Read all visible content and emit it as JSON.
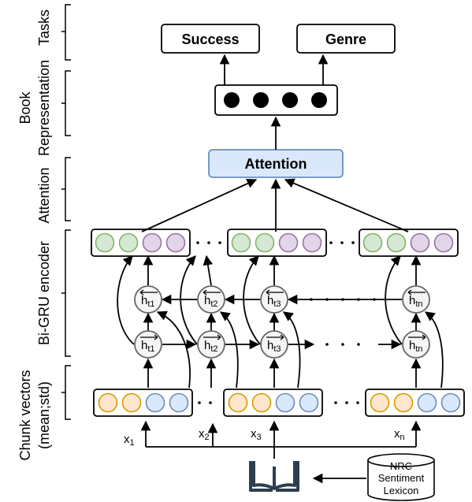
{
  "side_labels": {
    "tasks": "Tasks",
    "book_representation_1": "Book",
    "book_representation_2": "Representation",
    "attention": "Attention",
    "encoder": "Bi-GRU encoder",
    "chunk_1": "Chunk vectors",
    "chunk_2": "(mean;std)"
  },
  "tasks": {
    "success": "Success",
    "genre": "Genre"
  },
  "attention_label": "Attention",
  "hidden_nodes": {
    "backward": [
      {
        "h": "h",
        "sub": "t1"
      },
      {
        "h": "h",
        "sub": "t2"
      },
      {
        "h": "h",
        "sub": "t3"
      },
      {
        "h": "h",
        "sub": "tn"
      }
    ],
    "forward": [
      {
        "h": "h",
        "sub": "t1"
      },
      {
        "h": "h",
        "sub": "t2"
      },
      {
        "h": "h",
        "sub": "t3"
      },
      {
        "h": "h",
        "sub": "tn"
      }
    ]
  },
  "inputs": [
    {
      "x": "x",
      "sub": "1"
    },
    {
      "x": "x",
      "sub": "2"
    },
    {
      "x": "x",
      "sub": "3"
    },
    {
      "x": "x",
      "sub": "n"
    }
  ],
  "lexicon": {
    "line1": "NRC",
    "line2": "Sentiment",
    "line3": "Lexicon"
  },
  "colors": {
    "green": "#d5e8d4",
    "green_stroke": "#82b366",
    "purple": "#e1d5e7",
    "purple_stroke": "#9673a6",
    "orange": "#ffe6cc",
    "orange_stroke": "#d79b00",
    "blue": "#dae8fc",
    "blue_stroke": "#6c8ebf",
    "attention_fill": "#dae8fc",
    "attention_stroke": "#6c8ebf",
    "node_fill": "#f5f5f5",
    "node_stroke": "#666666",
    "book_icon": "#2d3e50"
  },
  "icons": {
    "book": "open-book-icon"
  }
}
